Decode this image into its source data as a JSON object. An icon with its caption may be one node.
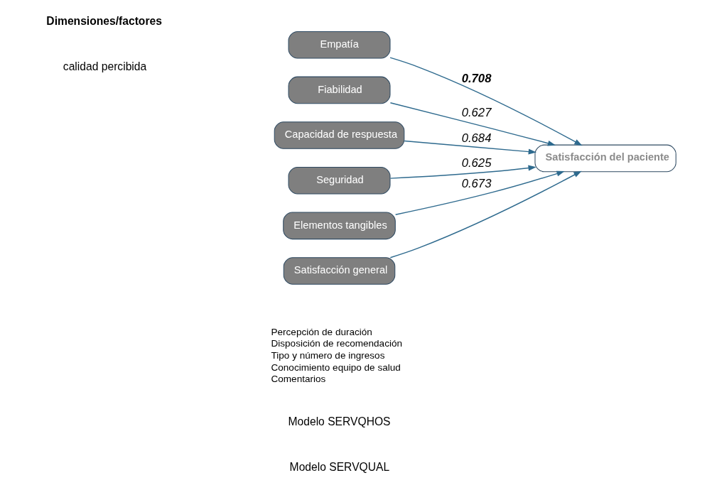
{
  "diagram": {
    "nodes": [
      {
        "text": [
          "Fiabilidad"
        ]
      },
      {
        "text": [
          "Capacidad de respuesta"
        ]
      },
      {
        "text": [
          "Seguridad"
        ]
      },
      {
        "text": [
          "Empatía"
        ]
      },
      {
        "text": [
          "Elementos tangibles"
        ]
      },
      {
        "text": [
          "Satisfacción del paciente"
        ]
      },
      {
        "text": [
          "Satisfacción general"
        ],
        "beside": [
          "Percepción de duración",
          "Disposición de recomendación",
          "Tipo y número de ingresos",
          "Conocimiento equipo de salud",
          "Comentarios"
        ]
      }
    ],
    "edges": [
      {
        "from": 0,
        "to": 5,
        "arrow": "to",
        "label": "0.627"
      },
      {
        "from": 1,
        "to": 5,
        "arrow": "to",
        "label": "0.684"
      },
      {
        "from": 2,
        "to": 5,
        "arrow": "to",
        "label": "0.625"
      },
      {
        "from": 3,
        "to": 5,
        "arrow": "to",
        "label": "**0.708**"
      },
      {
        "from": 4,
        "to": 5,
        "arrow": "to",
        "label": "0.673"
      },
      {
        "from": 6,
        "to": 5,
        "arrow": "to"
      }
    ],
    "labels": [
      "Modelo SERVQUAL",
      "Modelo SERVQHOS",
      "Dimensiones/factores",
      "calidad percibida"
    ]
  }
}
